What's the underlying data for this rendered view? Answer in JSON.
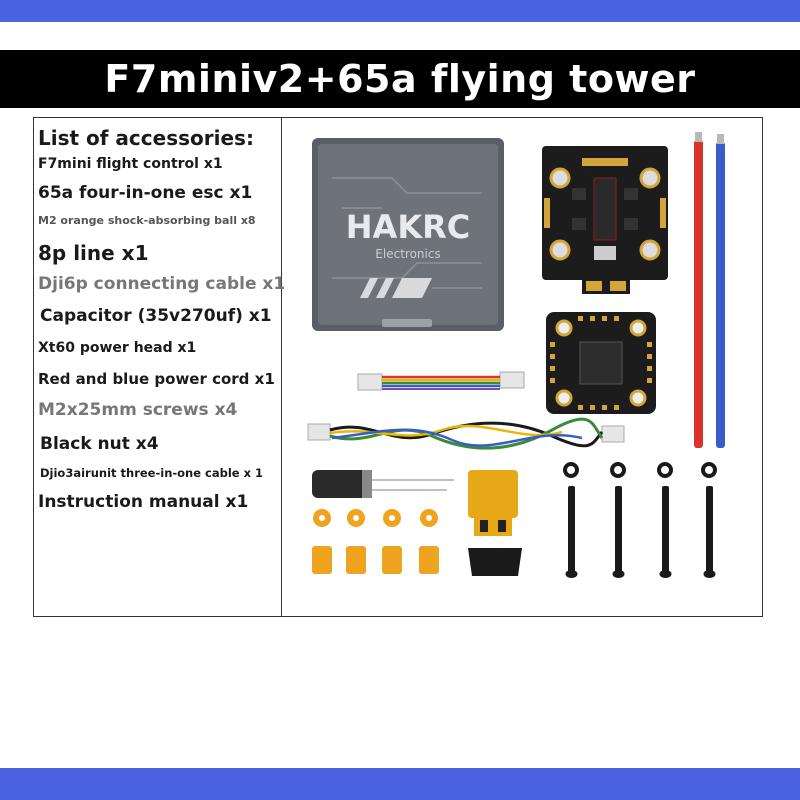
{
  "title": "F7miniv2+65a flying tower",
  "accessories": {
    "heading": "List of accessories:",
    "items": [
      "F7mini flight control x1",
      "65a four-in-one esc x1",
      "M2 orange shock-absorbing ball x8",
      "8p line x1",
      "Dji6p connecting cable x1",
      "Capacitor (35v270uf) x1",
      "Xt60 power head x1",
      "Red and blue power cord x1",
      "M2x25mm screws x4",
      "Black nut x4",
      "Djio3airunit three-in-one cable x 1",
      "Instruction manual x1"
    ]
  },
  "product_box": {
    "brand": "HAKRC",
    "subtitle": "Electronics"
  },
  "colors": {
    "accent_bar": "#4a63e0",
    "title_bg": "#000000",
    "title_text": "#ffffff"
  }
}
